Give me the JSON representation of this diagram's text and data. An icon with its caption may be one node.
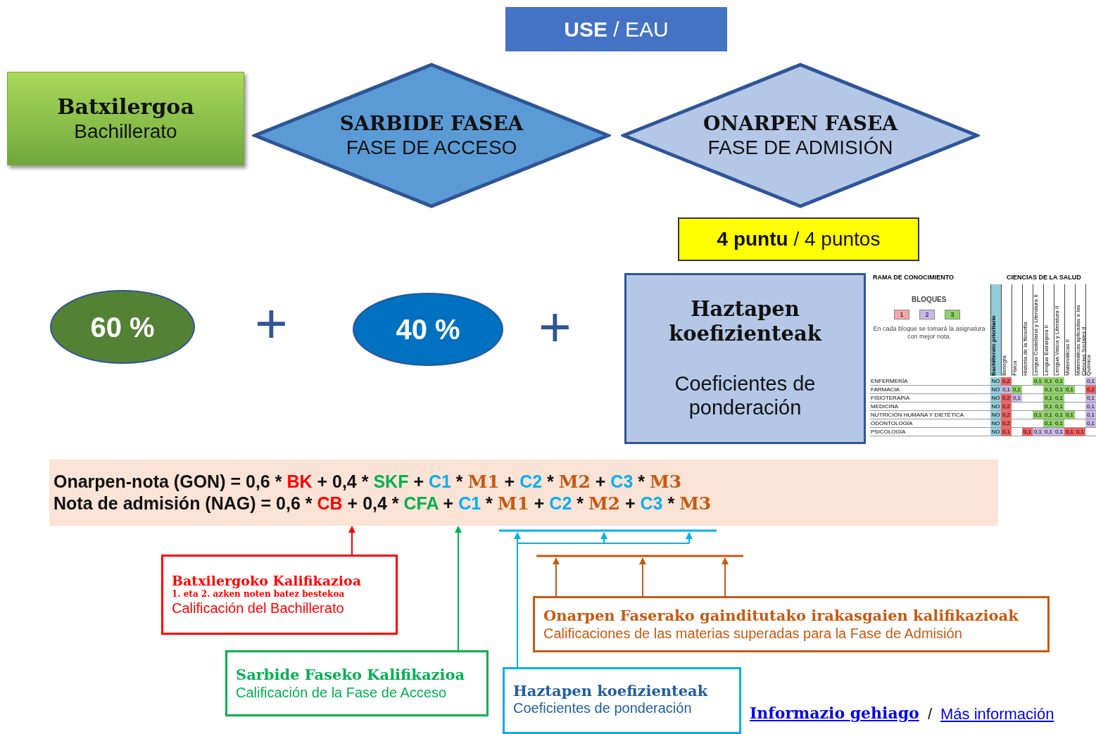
{
  "diagram": {
    "nodes": [
      {
        "text": [
          "**USE** / EAU"
        ]
      },
      {
        "text": [
          "Batxilergoa",
          "Bachillerato"
        ]
      },
      {
        "text": [
          "SARBIDE FASEA",
          "FASE DE ACCESO"
        ]
      },
      {
        "text": [
          "ONARPEN FASEA",
          "FASE DE ADMISIÓN"
        ]
      },
      {
        "text": [
          "**4 puntu** / 4 puntos"
        ]
      },
      {
        "text": [
          "60 %"
        ]
      },
      {
        "text": [
          "40 %"
        ]
      },
      {
        "text": [
          "Haztapen koefizienteak",
          "Coeficientes de ponderación"
        ]
      },
      {
        "text": [
          "Onarpen-nota (GON) = 0,6 * BK + 0,4 * SKF + C1 * M1 + C2 * M2 + C3 * M3",
          "Nota de admisión (NAG) = 0,6 * CB + 0,4 * CFA + C1 * M1 + C2 * M2 + C3 * M3"
        ]
      },
      {
        "text": [
          "Batxilergoko Kalifikazioa",
          "1. eta 2. azken noten batez bestekoa",
          "Calificación del Bachillerato"
        ]
      },
      {
        "text": [
          "Sarbide Faseko Kalifikazioa",
          "Calificación de la Fase de Acceso"
        ]
      },
      {
        "text": [
          "Onarpen Faserako gainditutako irakasgaien kalifikazioak",
          "Calificaciones de las materias superadas para la Fase de Admisión"
        ]
      },
      {
        "text": [
          "Haztapen koefizienteak",
          "Coeficientes de ponderación"
        ]
      }
    ],
    "edges": [
      {
        "from": 9,
        "to": 8,
        "arrow": "to",
        "color": "#ff0000"
      },
      {
        "from": 10,
        "to": 8,
        "arrow": "to",
        "color": "#00b050"
      },
      {
        "from": 12,
        "to": 8,
        "arrow": "to",
        "color": "#00b0f0"
      },
      {
        "from": 11,
        "to": 8,
        "arrow": "to",
        "color": "#c55a11"
      }
    ],
    "labels": [
      "+",
      "+",
      "RAMA DE CONOCIMIENTO",
      "CIENCIAS DE LA SALUD",
      "BLOQUES",
      "1",
      "2",
      "3",
      "En cada bloque se tomará la asignatura con mejor nota.",
      "Bachillerato prioritario",
      "Biología",
      "Física",
      "Historia de la filosofía",
      "Lengua Castellana y Literatura II",
      "Lengua Extranjera II",
      "Lengua Vasca y Literatura II",
      "Matemáticas II",
      "Matemáticas aplicadas a las Ciencias Sociales II",
      "Química",
      "ENFERMERÍA",
      "NO",
      "0,2",
      "0,1",
      "0,1",
      "0,1",
      "0,1",
      "FARMACIA",
      "NO",
      "0,1",
      "0,1",
      "0,1",
      "0,1",
      "0,1",
      "0,2",
      "FISIOTERAPIA",
      "NO",
      "0,2",
      "0,1",
      "0,1",
      "0,1",
      "0,1",
      "MEDICINA",
      "NO",
      "0,2",
      "0,1",
      "0,1",
      "0,1",
      "NUTRICIÓN HUMANA Y DIETÉTICA",
      "NO",
      "0,2",
      "0,1",
      "0,1",
      "0,1",
      "0,1",
      "0,1",
      "ODONTOLOGÍA",
      "NO",
      "0,2",
      "0,1",
      "0,1",
      "0,1",
      "PSICOLOGÍA",
      "NO",
      "0,1",
      "0,1",
      "0,1",
      "0,1",
      "0,1",
      "0,1",
      "0,1",
      "Informazio gehiago",
      "/",
      "Más información"
    ]
  }
}
